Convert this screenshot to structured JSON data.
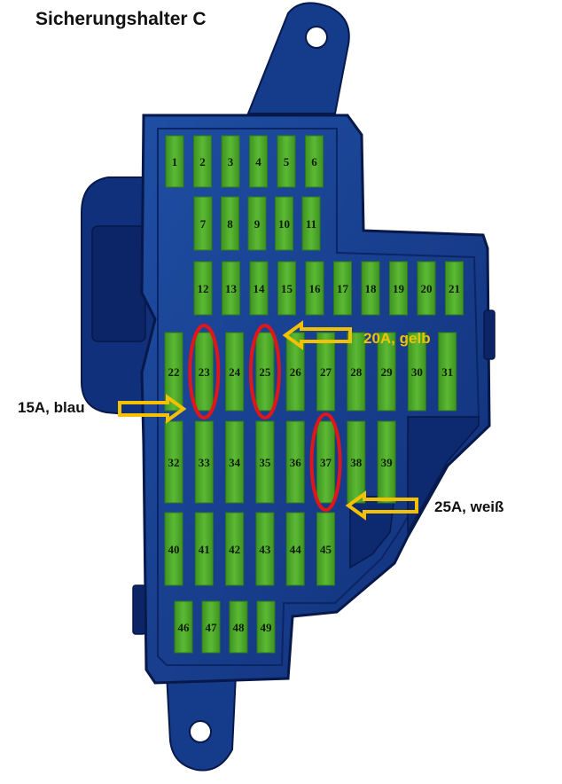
{
  "title": "Sicherungshalter C",
  "colors": {
    "housing": "#173f8c",
    "housing_dark": "#0b2566",
    "housing_edge": "#07184a",
    "fuse": "#4fa82b",
    "fuse_dark": "#2f7a18",
    "highlight": "#e0161b",
    "arrow": "#f5c000",
    "label_gelb": "#f0c200",
    "label_dark": "#111111"
  },
  "fuses": {
    "row1": [
      "1",
      "2",
      "3",
      "4",
      "5",
      "6"
    ],
    "row2": [
      "7",
      "8",
      "9",
      "10",
      "11"
    ],
    "row3": [
      "12",
      "13",
      "14",
      "15",
      "16",
      "17",
      "18",
      "19",
      "20",
      "21"
    ],
    "row4": [
      "22",
      "23",
      "24",
      "25",
      "26",
      "27",
      "28",
      "29",
      "30",
      "31"
    ],
    "row5": [
      "32",
      "33",
      "34",
      "35",
      "36",
      "37",
      "38",
      "39"
    ],
    "row6": [
      "40",
      "41",
      "42",
      "43",
      "44",
      "45"
    ],
    "row7": [
      "46",
      "47",
      "48",
      "49"
    ]
  },
  "highlighted_fuses": [
    "23",
    "25",
    "37"
  ],
  "callouts": {
    "fuse_25": "20A, gelb",
    "fuse_23": "15A, blau",
    "fuse_37": "25A, weiß"
  }
}
